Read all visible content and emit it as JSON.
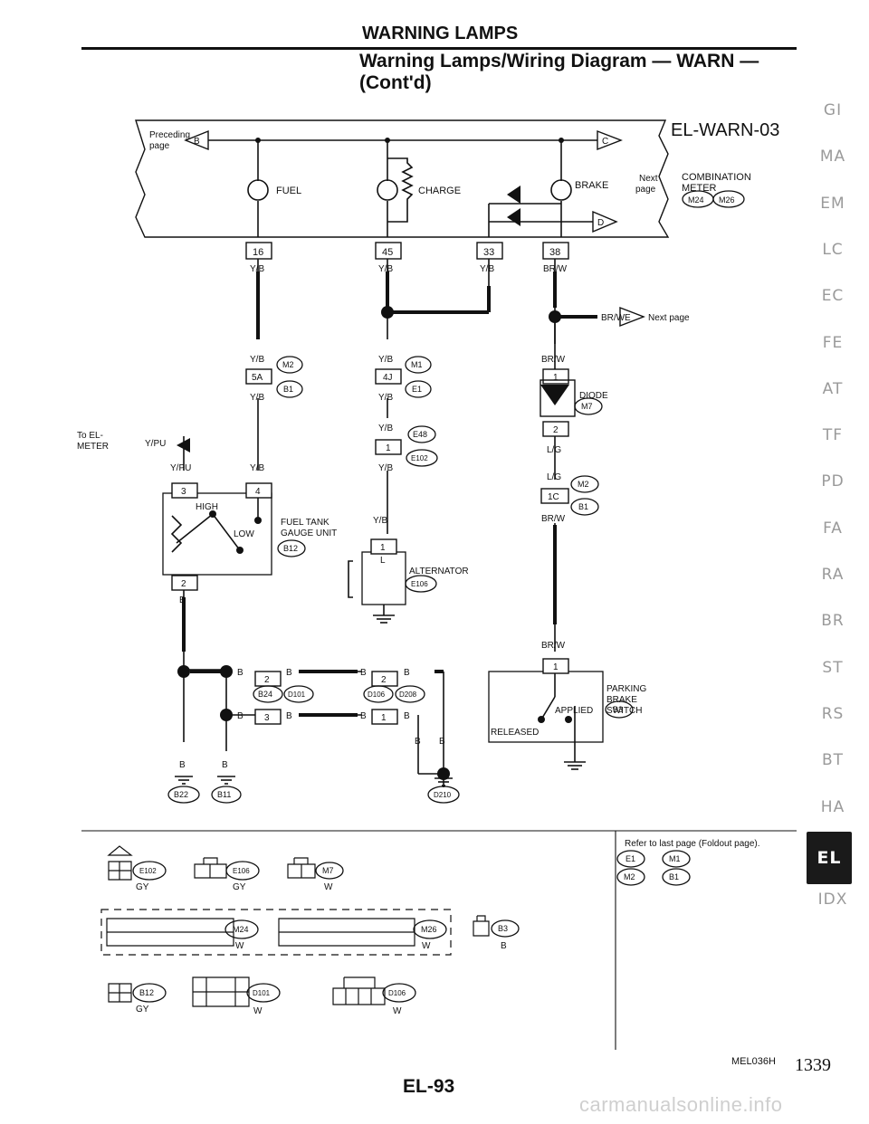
{
  "header": {
    "section": "WARNING LAMPS",
    "title_line1": "Warning Lamps/Wiring Diagram — WARN —",
    "title_line2": "(Cont'd)"
  },
  "diagram": {
    "code": "EL-WARN-03",
    "figure_id": "MEL036H",
    "preceding_page": [
      "Preceding",
      "page"
    ],
    "next_page": [
      "Next",
      "page"
    ],
    "next_page_inline": "Next page",
    "to_el_meter": [
      "To EL-",
      "METER"
    ],
    "lamps": {
      "fuel": "FUEL",
      "charge": "CHARGE",
      "brake": "BRAKE"
    },
    "combination_meter": [
      "COMBINATION",
      "METER"
    ],
    "combination_meter_conn": [
      "M24",
      "M26"
    ],
    "connector_boxes": {
      "b": "B",
      "c": "C",
      "d": "D",
      "e": "E"
    },
    "meter_pins": [
      "16",
      "45",
      "33",
      "38"
    ],
    "wires": {
      "yb": "Y/B",
      "brw": "BR/W",
      "ypu": "Y/PU",
      "lg": "L/G",
      "b": "B"
    },
    "connectors": {
      "m2": "M2",
      "b1": "B1",
      "m1": "M1",
      "e1": "E1",
      "e48": "E48",
      "e102": "E102",
      "m7": "M7",
      "b12": "B12",
      "e106": "E106",
      "b3": "B3",
      "b24": "B24",
      "d101": "D101",
      "d106": "D106",
      "d208": "D208",
      "b22": "B22",
      "b11": "B11",
      "d210": "D210"
    },
    "pins": {
      "p5a": "5A",
      "p4j": "4J",
      "p1": "1",
      "p2": "2",
      "p3": "3",
      "p4": "4",
      "p1c": "1C",
      "l": "L"
    },
    "components": {
      "fuel_tank": [
        "FUEL TANK",
        "GAUGE UNIT"
      ],
      "high": "HIGH",
      "low": "LOW",
      "alternator": "ALTERNATOR",
      "diode": "DIODE",
      "parking_brake": [
        "PARKING",
        "BRAKE",
        "SWITCH"
      ],
      "applied": "APPLIED",
      "released": "RELEASED"
    },
    "legend": {
      "refer": "Refer to last page (Foldout page).",
      "refer_conn": [
        "E1",
        "M1",
        "M2",
        "B1"
      ],
      "colors": {
        "gy": "GY",
        "w": "W",
        "b": "B"
      },
      "connector_ids": [
        "E102",
        "E106",
        "M7",
        "M24",
        "M26",
        "B3",
        "B12",
        "D101",
        "D106"
      ]
    }
  },
  "section_tabs": [
    "GI",
    "MA",
    "EM",
    "LC",
    "EC",
    "FE",
    "AT",
    "TF",
    "PD",
    "FA",
    "RA",
    "BR",
    "ST",
    "RS",
    "BT",
    "HA",
    "EL",
    "IDX"
  ],
  "active_tab": "EL",
  "footer": {
    "page": "EL-93",
    "print_page": "1339",
    "watermark": "carmanualsonline.info"
  }
}
